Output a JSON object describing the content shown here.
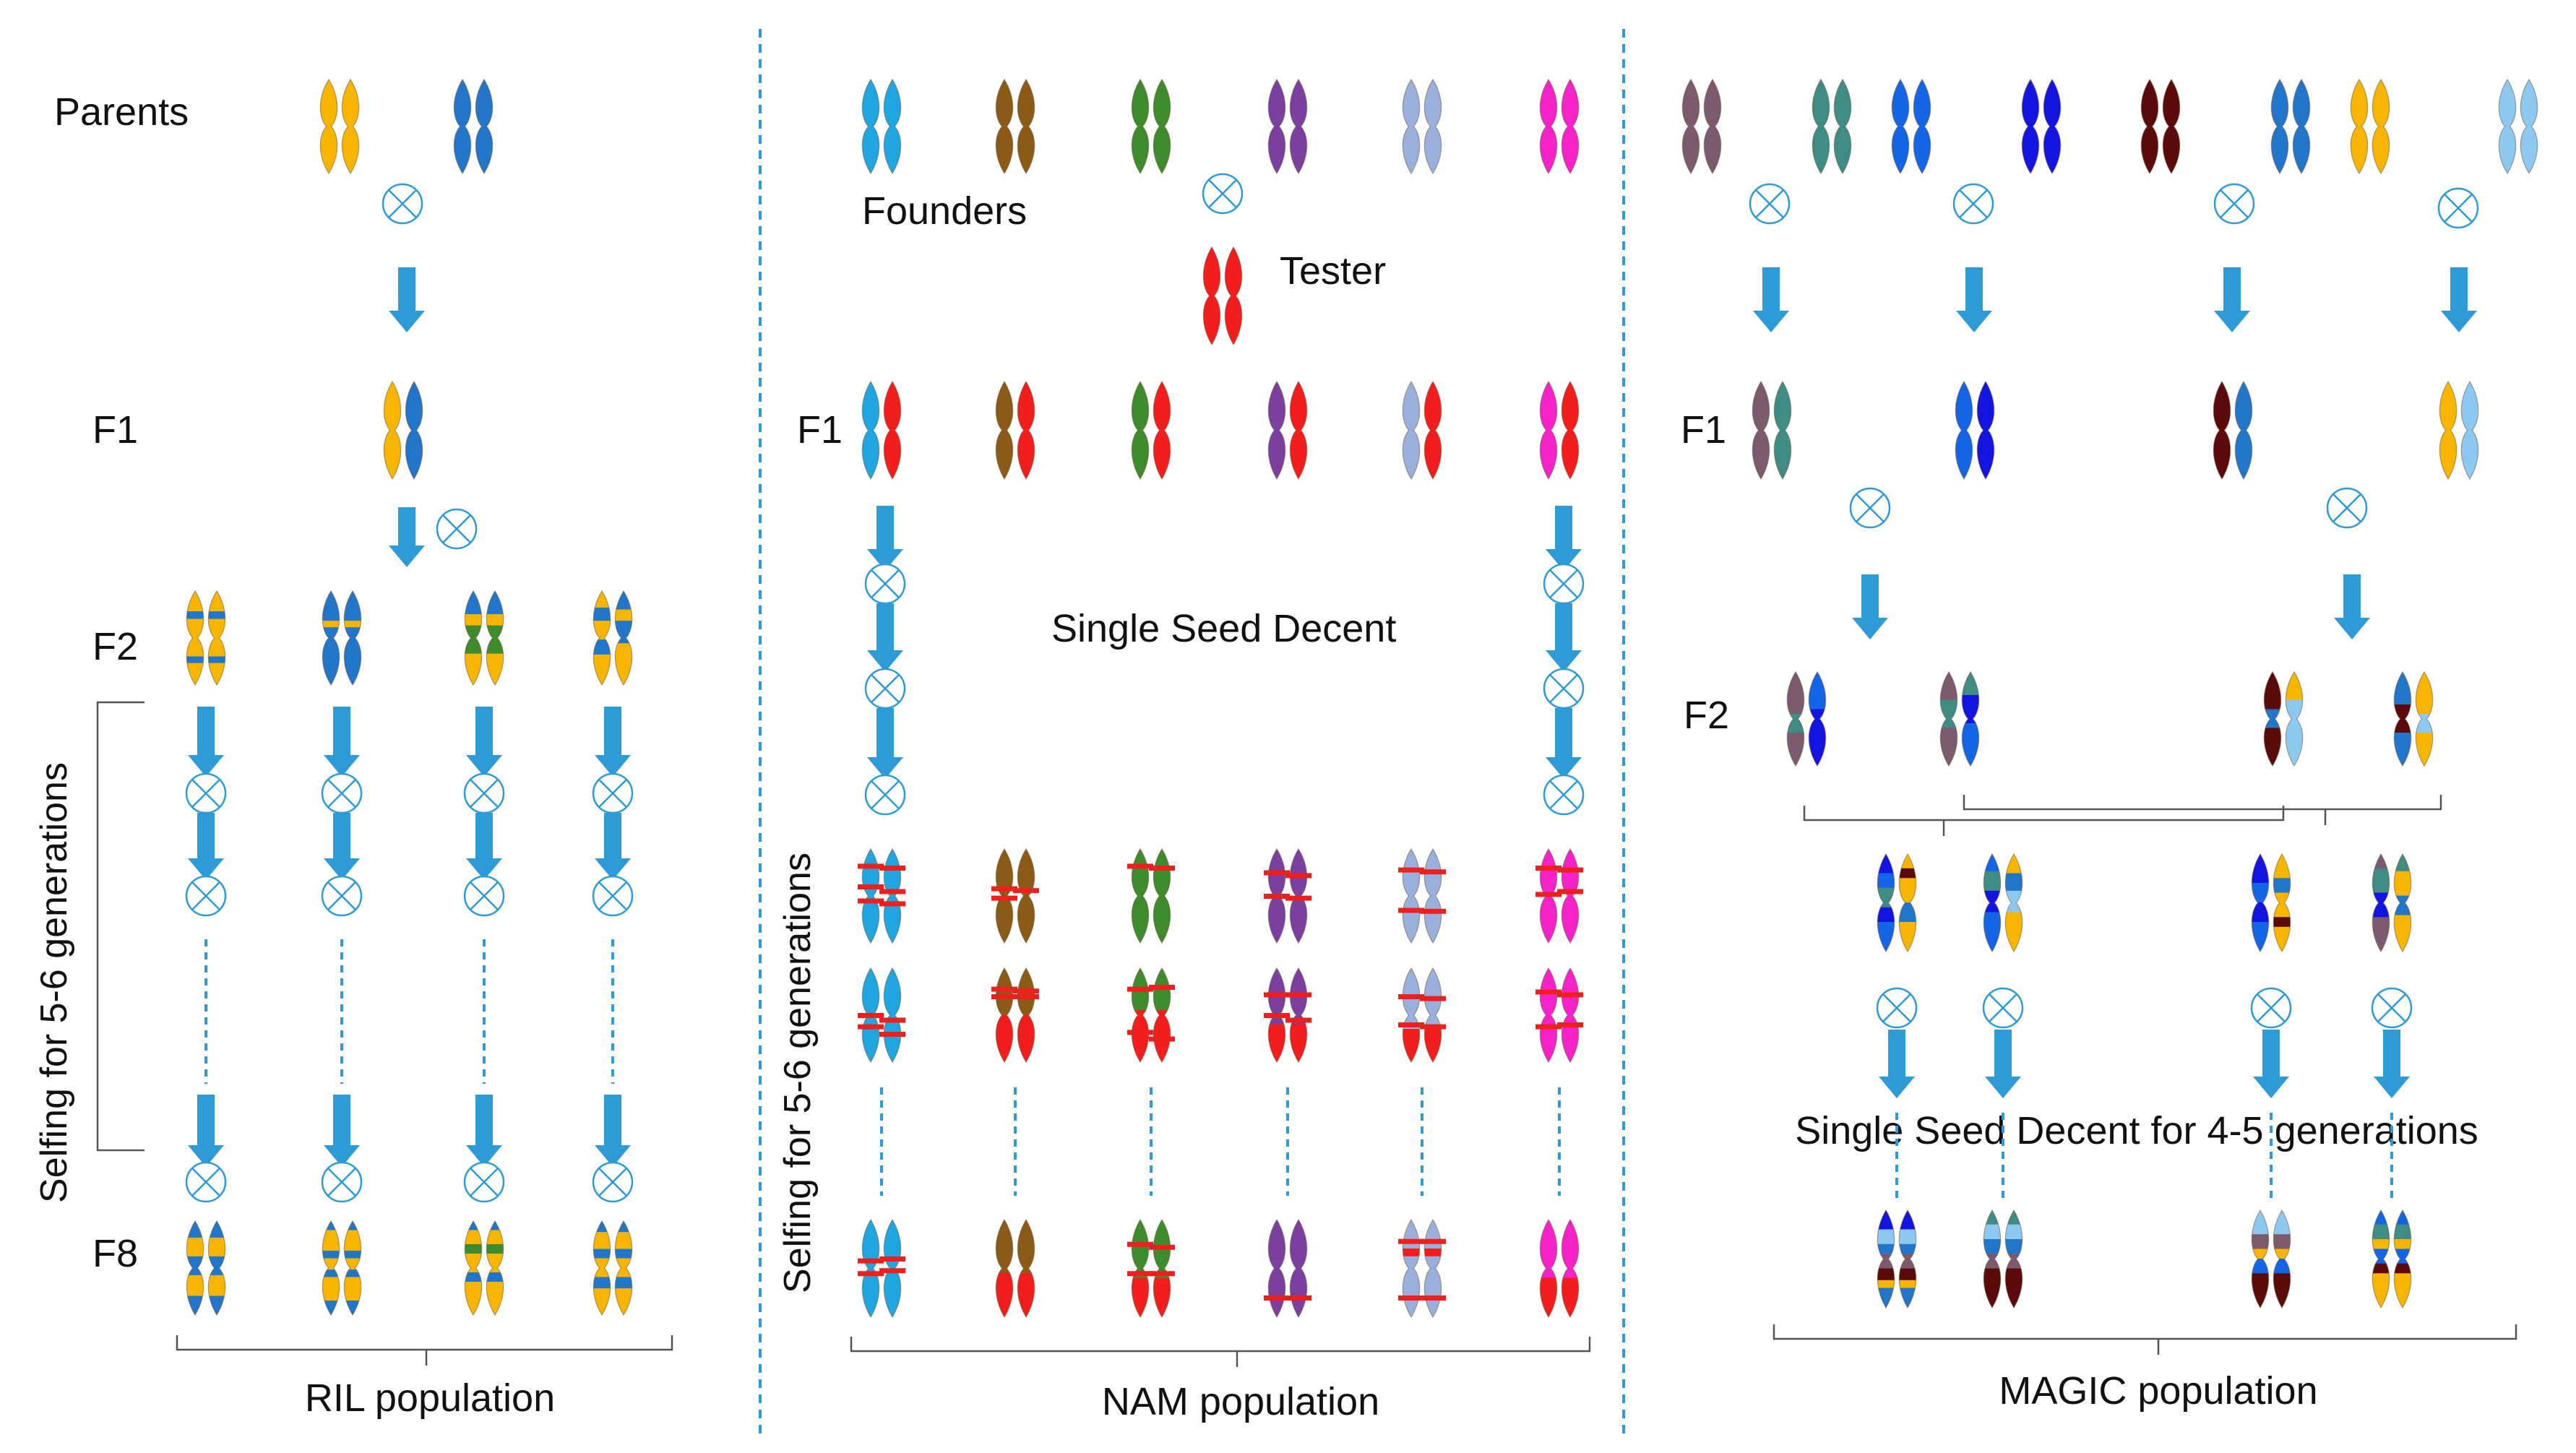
{
  "colors": {
    "arrow": "#2E9BD6",
    "divider": "#2E9BD6",
    "symbol": "#2E9BD6",
    "bracket": "#555555",
    "yellow": "#F7B500",
    "blue": "#2276C9",
    "cyan": "#1FA6E0",
    "brown": "#8B5A16",
    "green": "#3E8B2E",
    "purple": "#7B3FA0",
    "lavender": "#9AB0DC",
    "magenta": "#F522C8",
    "red": "#F21E1E",
    "mauve": "#7B5A6E",
    "teal": "#3E8C84",
    "royal": "#1464E6",
    "navy": "#1414E0",
    "maroon": "#5A0A0A",
    "skyblue": "#8CC8F0"
  },
  "ril": {
    "label_parents": "Parents",
    "label_f1": "F1",
    "label_f2": "F2",
    "label_f8": "F8",
    "side_label": "Selfing for 5-6 generations",
    "population_label": "RIL population"
  },
  "nam": {
    "label_founders": "Founders",
    "label_tester": "Tester",
    "label_f1": "F1",
    "ssd_label": "Single Seed Decent",
    "side_label": "Selfing for 5-6 generations",
    "population_label": "NAM population"
  },
  "magic": {
    "label_f1": "F1",
    "label_f2": "F2",
    "ssd_label": "Single Seed Decent for 4-5 generations",
    "population_label": "MAGIC population"
  }
}
